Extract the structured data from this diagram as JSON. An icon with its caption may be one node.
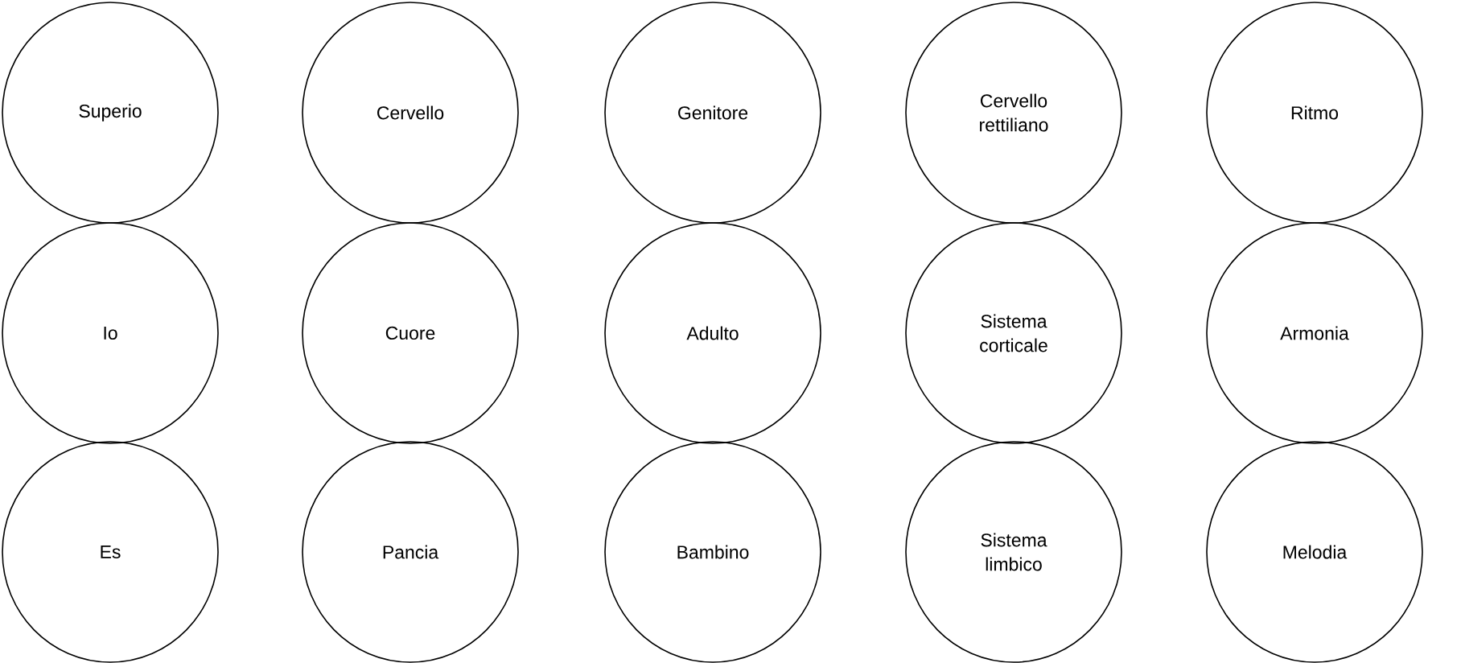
{
  "diagram": {
    "nodes": [
      {
        "text": [
          "Superio"
        ]
      },
      {
        "text": [
          "Cervello"
        ]
      },
      {
        "text": [
          "Genitore"
        ]
      },
      {
        "text": [
          "Cervello rettiliano"
        ]
      },
      {
        "text": [
          "Ritmo"
        ]
      },
      {
        "text": [
          "Io"
        ]
      },
      {
        "text": [
          "Cuore"
        ]
      },
      {
        "text": [
          "Adulto"
        ]
      },
      {
        "text": [
          "Sistema corticale"
        ]
      },
      {
        "text": [
          "Armonia"
        ]
      },
      {
        "text": [
          "Es"
        ]
      },
      {
        "text": [
          "Pancia"
        ]
      },
      {
        "text": [
          "Bambino"
        ]
      },
      {
        "text": [
          "Sistema limbico"
        ]
      },
      {
        "text": [
          "Melodia"
        ]
      }
    ]
  }
}
